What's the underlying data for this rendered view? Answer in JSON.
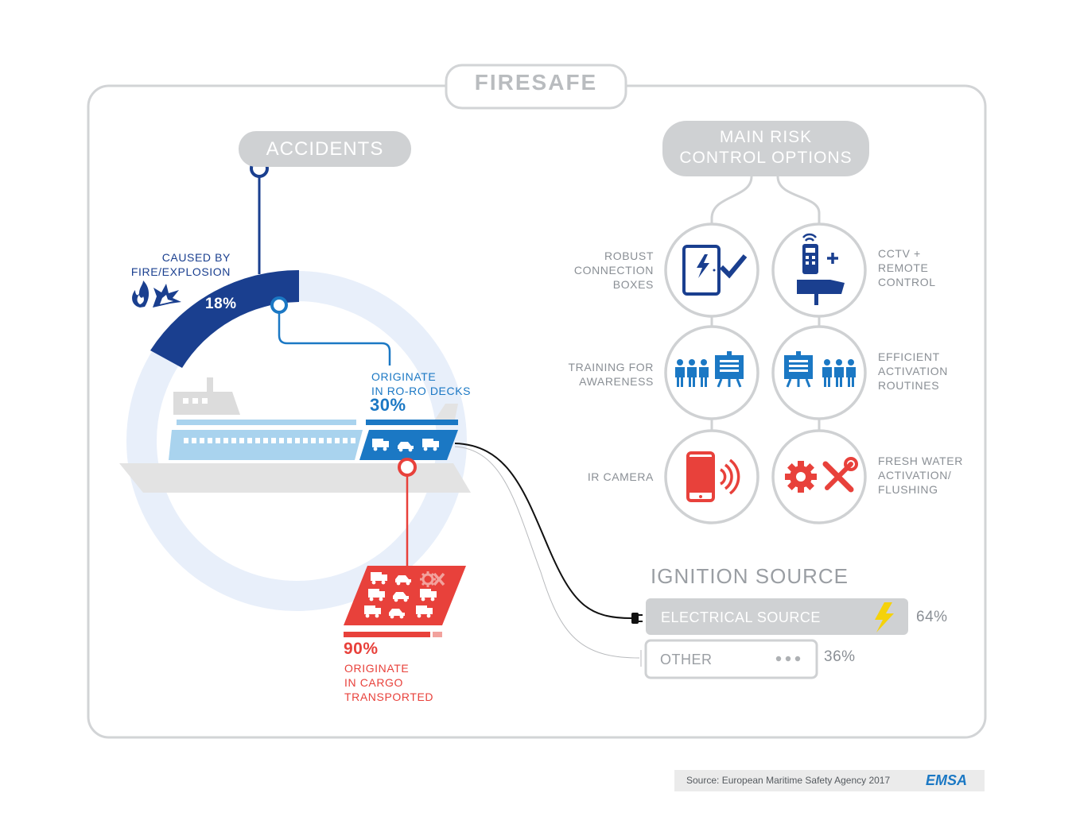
{
  "title": "FIRESAFE",
  "accidents": {
    "header": "ACCIDENTS",
    "fire_explosion": {
      "label_line1": "CAUSED BY",
      "label_line2": "FIRE/EXPLOSION",
      "percent": "18%",
      "value": 18
    },
    "roro": {
      "label_line1": "ORIGINATE",
      "label_line2": "IN RO-RO DECKS",
      "percent": "30%",
      "value": 30
    },
    "cargo": {
      "percent": "90%",
      "label_line1": "ORIGINATE",
      "label_line2": "IN CARGO",
      "label_line3": "TRANSPORTED",
      "value": 90
    }
  },
  "risk_controls": {
    "header_line1": "MAIN RISK",
    "header_line2": "CONTROL OPTIONS",
    "options": [
      {
        "line1": "ROBUST",
        "line2": "CONNECTION",
        "line3": "BOXES",
        "icon": "tablet-check-icon"
      },
      {
        "line1": "CCTV +",
        "line2": "REMOTE",
        "line3": "CONTROL",
        "icon": "remote-cctv-icon"
      },
      {
        "line1": "TRAINING FOR",
        "line2": "AWARENESS",
        "line3": "",
        "icon": "training-people-icon"
      },
      {
        "line1": "EFFICIENT",
        "line2": "ACTIVATION",
        "line3": "ROUTINES",
        "icon": "routines-people-icon"
      },
      {
        "line1": "IR CAMERA",
        "line2": "",
        "line3": "",
        "icon": "ir-camera-icon"
      },
      {
        "line1": "FRESH WATER",
        "line2": "ACTIVATION/",
        "line3": "FLUSHING",
        "icon": "gear-tools-icon"
      }
    ]
  },
  "ignition": {
    "header": "IGNITION SOURCE",
    "sources": [
      {
        "label": "ELECTRICAL SOURCE",
        "percent": "64%",
        "value": 64,
        "icon": "lightning-icon"
      },
      {
        "label": "OTHER",
        "percent": "36%",
        "value": 36,
        "icon": "dots-icon"
      }
    ]
  },
  "footer": {
    "source": "Source: European Maritime Safety Agency 2017",
    "logo": "EMSA"
  },
  "colors": {
    "navy": "#1a3f8f",
    "blue": "#1b78c4",
    "light_blue": "#a9d3ee",
    "red": "#e8413b",
    "grey": "#cfd1d3",
    "ring": "#e8effa",
    "lightning": "#f5d20a"
  }
}
